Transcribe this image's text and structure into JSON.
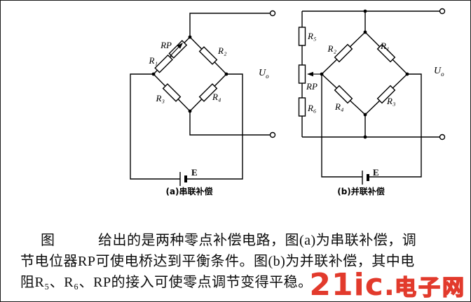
{
  "figure": {
    "circuit_a": {
      "caption": "(a)串联补偿",
      "labels": {
        "rp": "RP",
        "r1": "R₁",
        "r2": "R₂",
        "r3": "R₃",
        "r4": "R₄"
      },
      "battery_label": "E",
      "output_label": {
        "base": "U",
        "sub": "o"
      }
    },
    "circuit_b": {
      "caption": "(b)并联补偿",
      "labels": {
        "r5": "R₅",
        "rp": "RP",
        "r6": "R₆",
        "r1": "R₁",
        "r2": "R₂",
        "r3": "R₃",
        "r4": "R₄"
      },
      "battery_label": "E",
      "output_label": {
        "base": "U",
        "sub": "o"
      }
    }
  },
  "description": {
    "line1": "图　　　给出的是两种零点补偿电路，图(a)为串联补偿，调",
    "line2": "节电位器RP可使电桥达到平衡条件。图(b)为并联补偿，其中电",
    "line3": "阻R₅、R₆、RP的接入可使零点调节变得平稳。"
  },
  "watermark": {
    "brand": "21ic",
    "separator": ".",
    "suffix": "电子网"
  }
}
